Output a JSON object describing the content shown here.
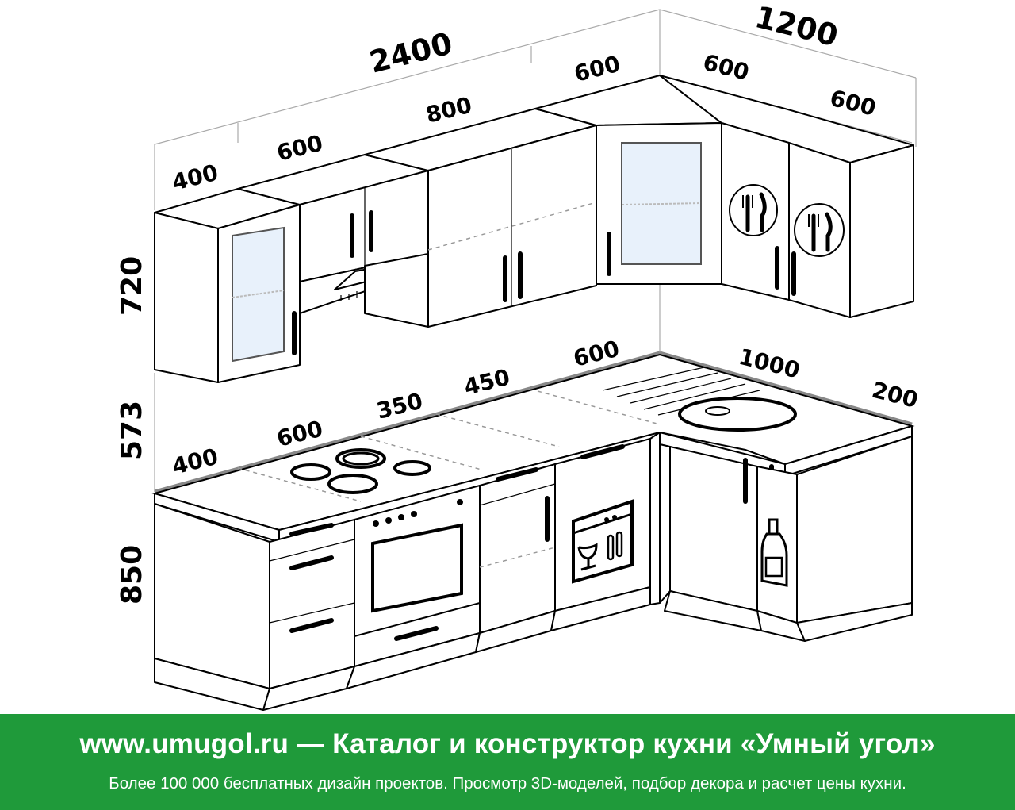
{
  "diagram": {
    "wall_dims": {
      "wall_total_left": "2400",
      "wall_total_right": "1200",
      "upper_left_1": "400",
      "upper_left_2": "600",
      "upper_left_3": "800",
      "upper_left_4": "600",
      "upper_right_1": "600",
      "upper_right_2": "600",
      "height_upper": "720",
      "height_gap": "573",
      "height_base": "850",
      "lower_left_1": "400",
      "lower_left_2": "600",
      "lower_left_3": "350",
      "lower_left_4": "450",
      "lower_left_5": "600",
      "lower_right_1": "1000",
      "lower_right_2": "200"
    },
    "icons": [
      "cutlery-icon",
      "cutlery-icon",
      "dishwasher-icon",
      "bottle-icon",
      "hood-icon",
      "cooktop-icon",
      "oven-icon",
      "sink-icon"
    ]
  },
  "footer": {
    "title": "www.umugol.ru — Каталог и конструктор кухни «Умный угол»",
    "subtitle": "Более 100 000 бесплатных дизайн проектов. Просмотр 3D-моделей, подбор декора и расчет цены кухни.",
    "bg_color": "#1f9a3a"
  }
}
